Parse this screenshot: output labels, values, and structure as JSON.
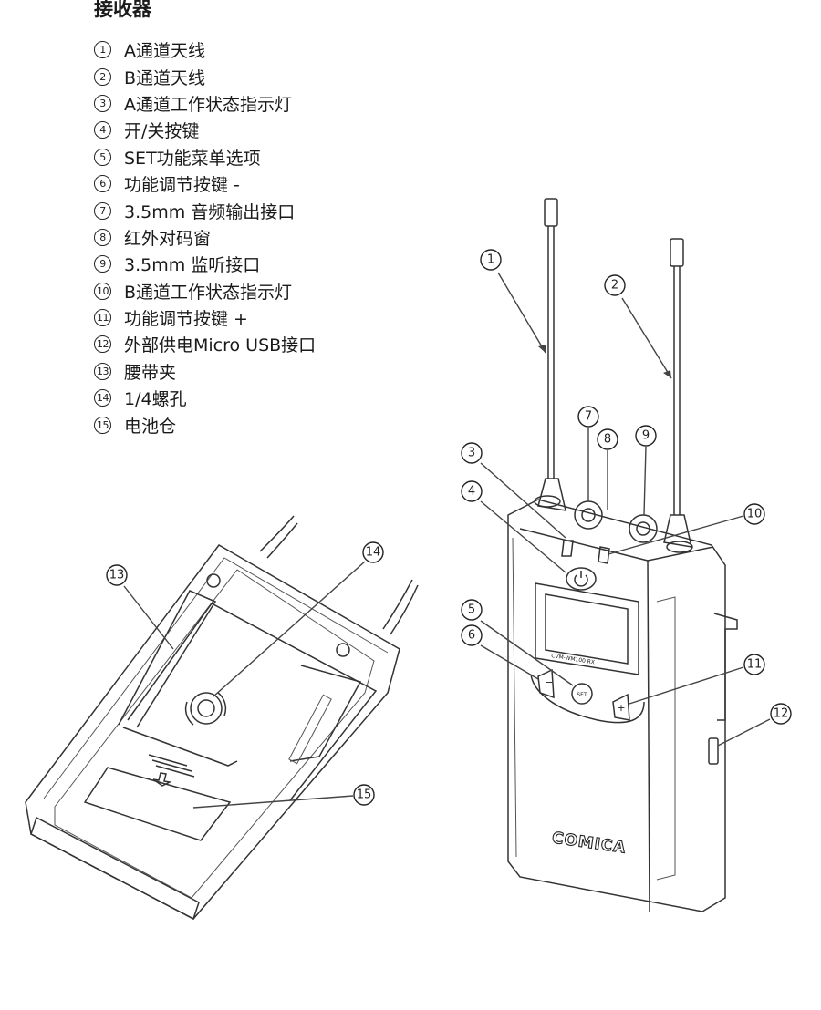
{
  "title": "接收器",
  "legend": [
    {
      "num": "1",
      "label": "A通道天线"
    },
    {
      "num": "2",
      "label": "B通道天线"
    },
    {
      "num": "3",
      "label": "A通道工作状态指示灯"
    },
    {
      "num": "4",
      "label": "开/关按键"
    },
    {
      "num": "5",
      "label": "SET功能菜单选项"
    },
    {
      "num": "6",
      "label": "功能调节按键 -"
    },
    {
      "num": "7",
      "label": "3.5mm 音频输出接口"
    },
    {
      "num": "8",
      "label": "红外对码窗"
    },
    {
      "num": "9",
      "label": "3.5mm 监听接口"
    },
    {
      "num": "10",
      "label": "B通道工作状态指示灯"
    },
    {
      "num": "11",
      "label": "功能调节按键 +"
    },
    {
      "num": "12",
      "label": "外部供电Micro USB接口"
    },
    {
      "num": "13",
      "label": "腰带夹"
    },
    {
      "num": "14",
      "label": "1/4螺孔"
    },
    {
      "num": "15",
      "label": "电池仓"
    }
  ],
  "device": {
    "brand": "COMICA",
    "model": "CVM-WM100",
    "model_suffix": "RX",
    "set_label": "SET",
    "minus_label": "−",
    "plus_label": "+"
  }
}
